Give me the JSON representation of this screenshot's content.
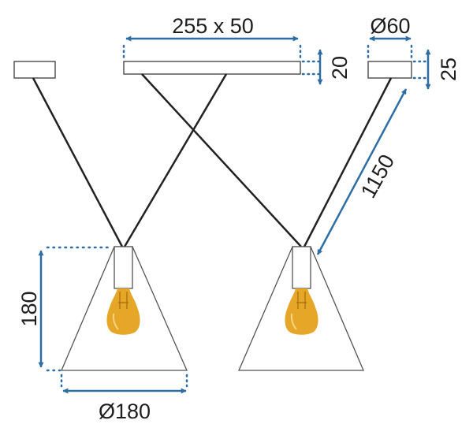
{
  "diagram": {
    "dimensions": {
      "canopy_size": "255 x 50",
      "canopy_height": "20",
      "rose_diameter": "Ø60",
      "rose_height": "25",
      "cable_length": "1150",
      "shade_height": "180",
      "shade_diameter": "Ø180"
    },
    "colors": {
      "dimension_line": "#2e6da4",
      "cable": "#222222",
      "outline": "#555555",
      "bulb": "#e6a628",
      "filament": "#b07410"
    }
  }
}
